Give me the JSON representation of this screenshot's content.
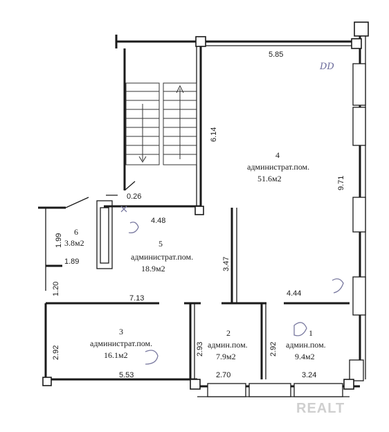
{
  "rooms": [
    {
      "number": "1",
      "name": "админ.пом.",
      "area": "9.4м2"
    },
    {
      "number": "2",
      "name": "админ.пом.",
      "area": "7.9м2"
    },
    {
      "number": "3",
      "name": "администрат.пом.",
      "area": "16.1м2"
    },
    {
      "number": "4",
      "name": "администрат.пом.",
      "area": "51.6м2"
    },
    {
      "number": "5",
      "name": "администрат.пом.",
      "area": "18.9м2"
    },
    {
      "number": "6",
      "name": "",
      "area": "3.8м2"
    }
  ],
  "dimensions": {
    "d_585": "5.85",
    "d_614": "6.14",
    "d_971": "9.71",
    "d_026": "0.26",
    "d_448": "4.48",
    "d_199": "1.99",
    "d_189": "1.89",
    "d_347": "3.47",
    "d_120": "1.20",
    "d_713": "7.13",
    "d_444": "4.44",
    "d_292_left": "2.92",
    "d_293": "2.93",
    "d_292_mid": "2.92",
    "d_553": "5.53",
    "d_270": "2.70",
    "d_324": "3.24"
  },
  "handwriting": {
    "top_right": "DD"
  },
  "watermark": "REALT"
}
